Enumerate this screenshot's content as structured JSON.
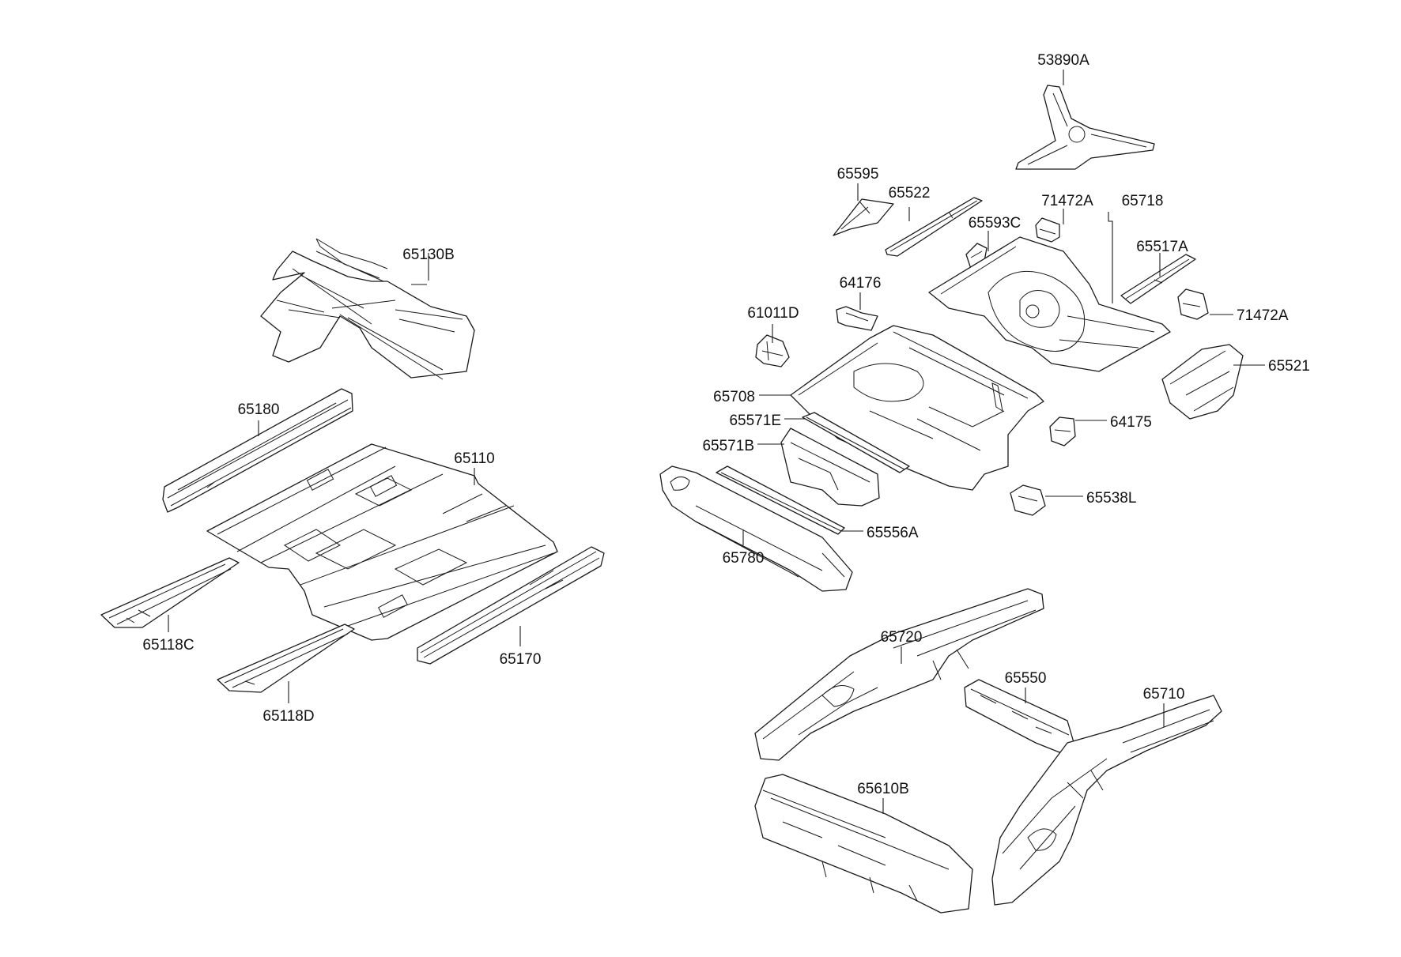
{
  "diagram": {
    "labels": {
      "p53890A": "53890A",
      "p65595": "65595",
      "p65522": "65522",
      "p71472A_top": "71472A",
      "p65718": "65718",
      "p65593C": "65593C",
      "p65517A": "65517A",
      "p71472A_right": "71472A",
      "p64176": "64176",
      "p61011D": "61011D",
      "p65521": "65521",
      "p65708": "65708",
      "p65571E": "65571E",
      "p64175": "64175",
      "p65571B": "65571B",
      "p65538L": "65538L",
      "p65556A": "65556A",
      "p65780": "65780",
      "p65130B": "65130B",
      "p65180": "65180",
      "p65110": "65110",
      "p65118C": "65118C",
      "p65170": "65170",
      "p65118D": "65118D",
      "p65720": "65720",
      "p65550": "65550",
      "p65710": "65710",
      "p65610B": "65610B"
    },
    "colors": {
      "line": "#1a1a1a",
      "background": "#ffffff"
    }
  }
}
